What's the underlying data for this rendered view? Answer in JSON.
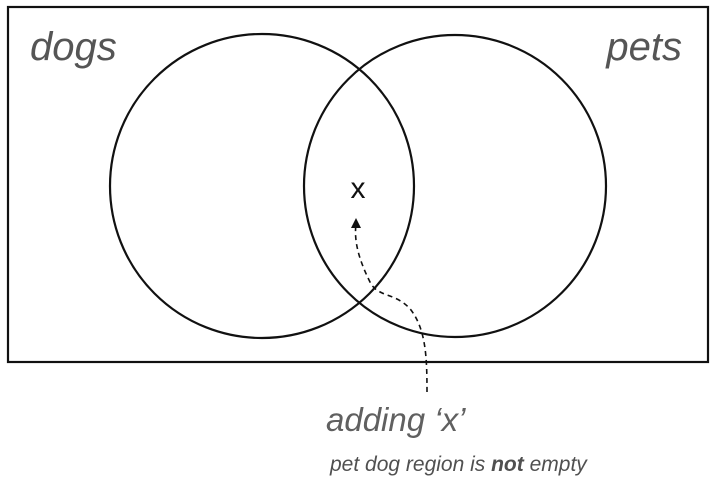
{
  "diagram": {
    "sets": {
      "left": "dogs",
      "right": "pets"
    },
    "element": "x",
    "annotation": {
      "title": "adding ‘x’",
      "sub_before": "pet dog region is ",
      "sub_emphasis": "not",
      "sub_after": " empty"
    }
  },
  "colors": {
    "stroke": "#111111",
    "label": "#555555",
    "annotation": "#606060"
  }
}
